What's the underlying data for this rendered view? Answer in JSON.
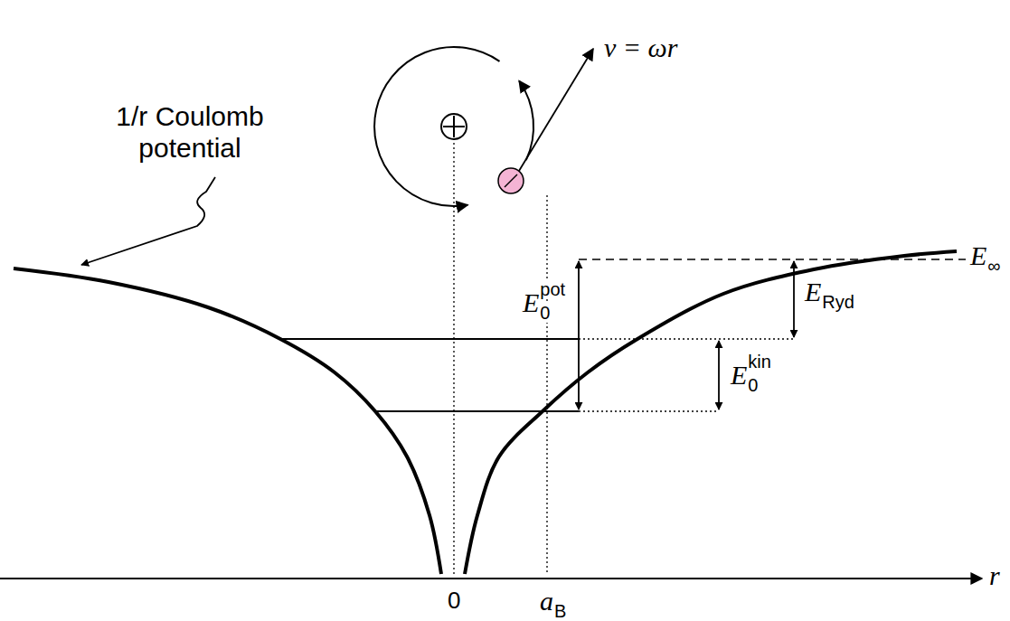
{
  "diagram": {
    "labels": [
      "1/r Coulomb potential",
      "v = ωr",
      "E",
      "∞",
      "E",
      "0",
      "pot",
      "E",
      "Ryd",
      "E",
      "0",
      "kin",
      "0",
      "a",
      "B",
      "r"
    ]
  }
}
